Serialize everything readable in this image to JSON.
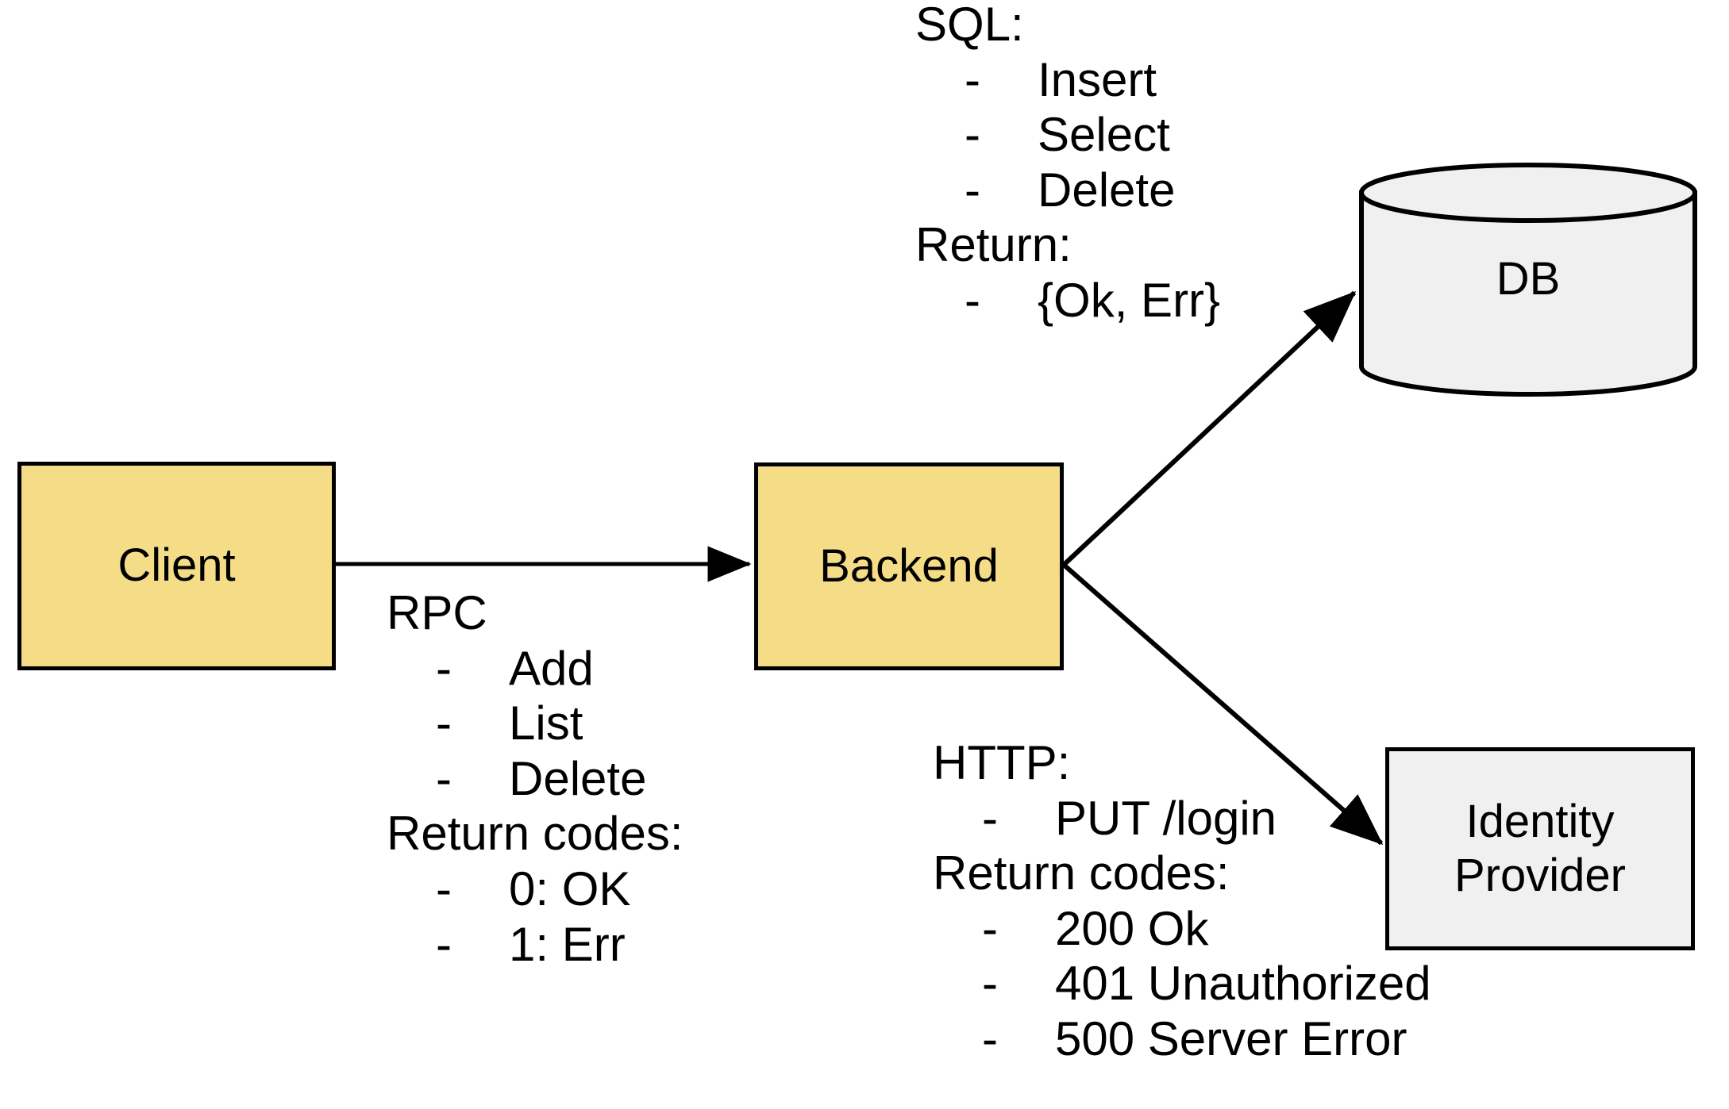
{
  "diagram": {
    "title": "Client-Backend-DB-IdentityProvider architecture",
    "colors": {
      "node_fill_service": "#F5DD88",
      "node_fill_external": "#F0F0F0",
      "stroke": "#000000",
      "background": "#FFFFFF",
      "text": "#000000"
    },
    "nodes": {
      "client": {
        "label": "Client",
        "shape": "rectangle",
        "fill": "#F5DD88"
      },
      "backend": {
        "label": "Backend",
        "shape": "rectangle",
        "fill": "#F5DD88"
      },
      "db": {
        "label": "DB",
        "shape": "cylinder",
        "fill": "#F0F0F0"
      },
      "identity_provider": {
        "label": "Identity\nProvider",
        "shape": "rectangle",
        "fill": "#F0F0F0"
      }
    },
    "edges": [
      {
        "from": "client",
        "to": "backend",
        "style": "solid",
        "arrow": "end"
      },
      {
        "from": "backend",
        "to": "db",
        "style": "solid",
        "arrow": "end"
      },
      {
        "from": "backend",
        "to": "identity_provider",
        "style": "solid",
        "arrow": "end"
      }
    ],
    "annotations": {
      "rpc": {
        "heading": "RPC",
        "items": [
          "Add",
          "List",
          "Delete"
        ],
        "returns_heading": "Return codes:",
        "returns": [
          "0: OK",
          "1: Err"
        ],
        "bullet": "-"
      },
      "sql": {
        "heading": "SQL:",
        "items": [
          "Insert",
          "Select",
          "Delete"
        ],
        "returns_heading": "Return:",
        "returns": [
          "{Ok, Err}"
        ],
        "bullet": "-"
      },
      "http": {
        "heading": "HTTP:",
        "items": [
          "PUT /login"
        ],
        "returns_heading": "Return codes:",
        "returns": [
          "200 Ok",
          "401 Unauthorized",
          "500 Server Error"
        ],
        "bullet": "-"
      }
    }
  }
}
